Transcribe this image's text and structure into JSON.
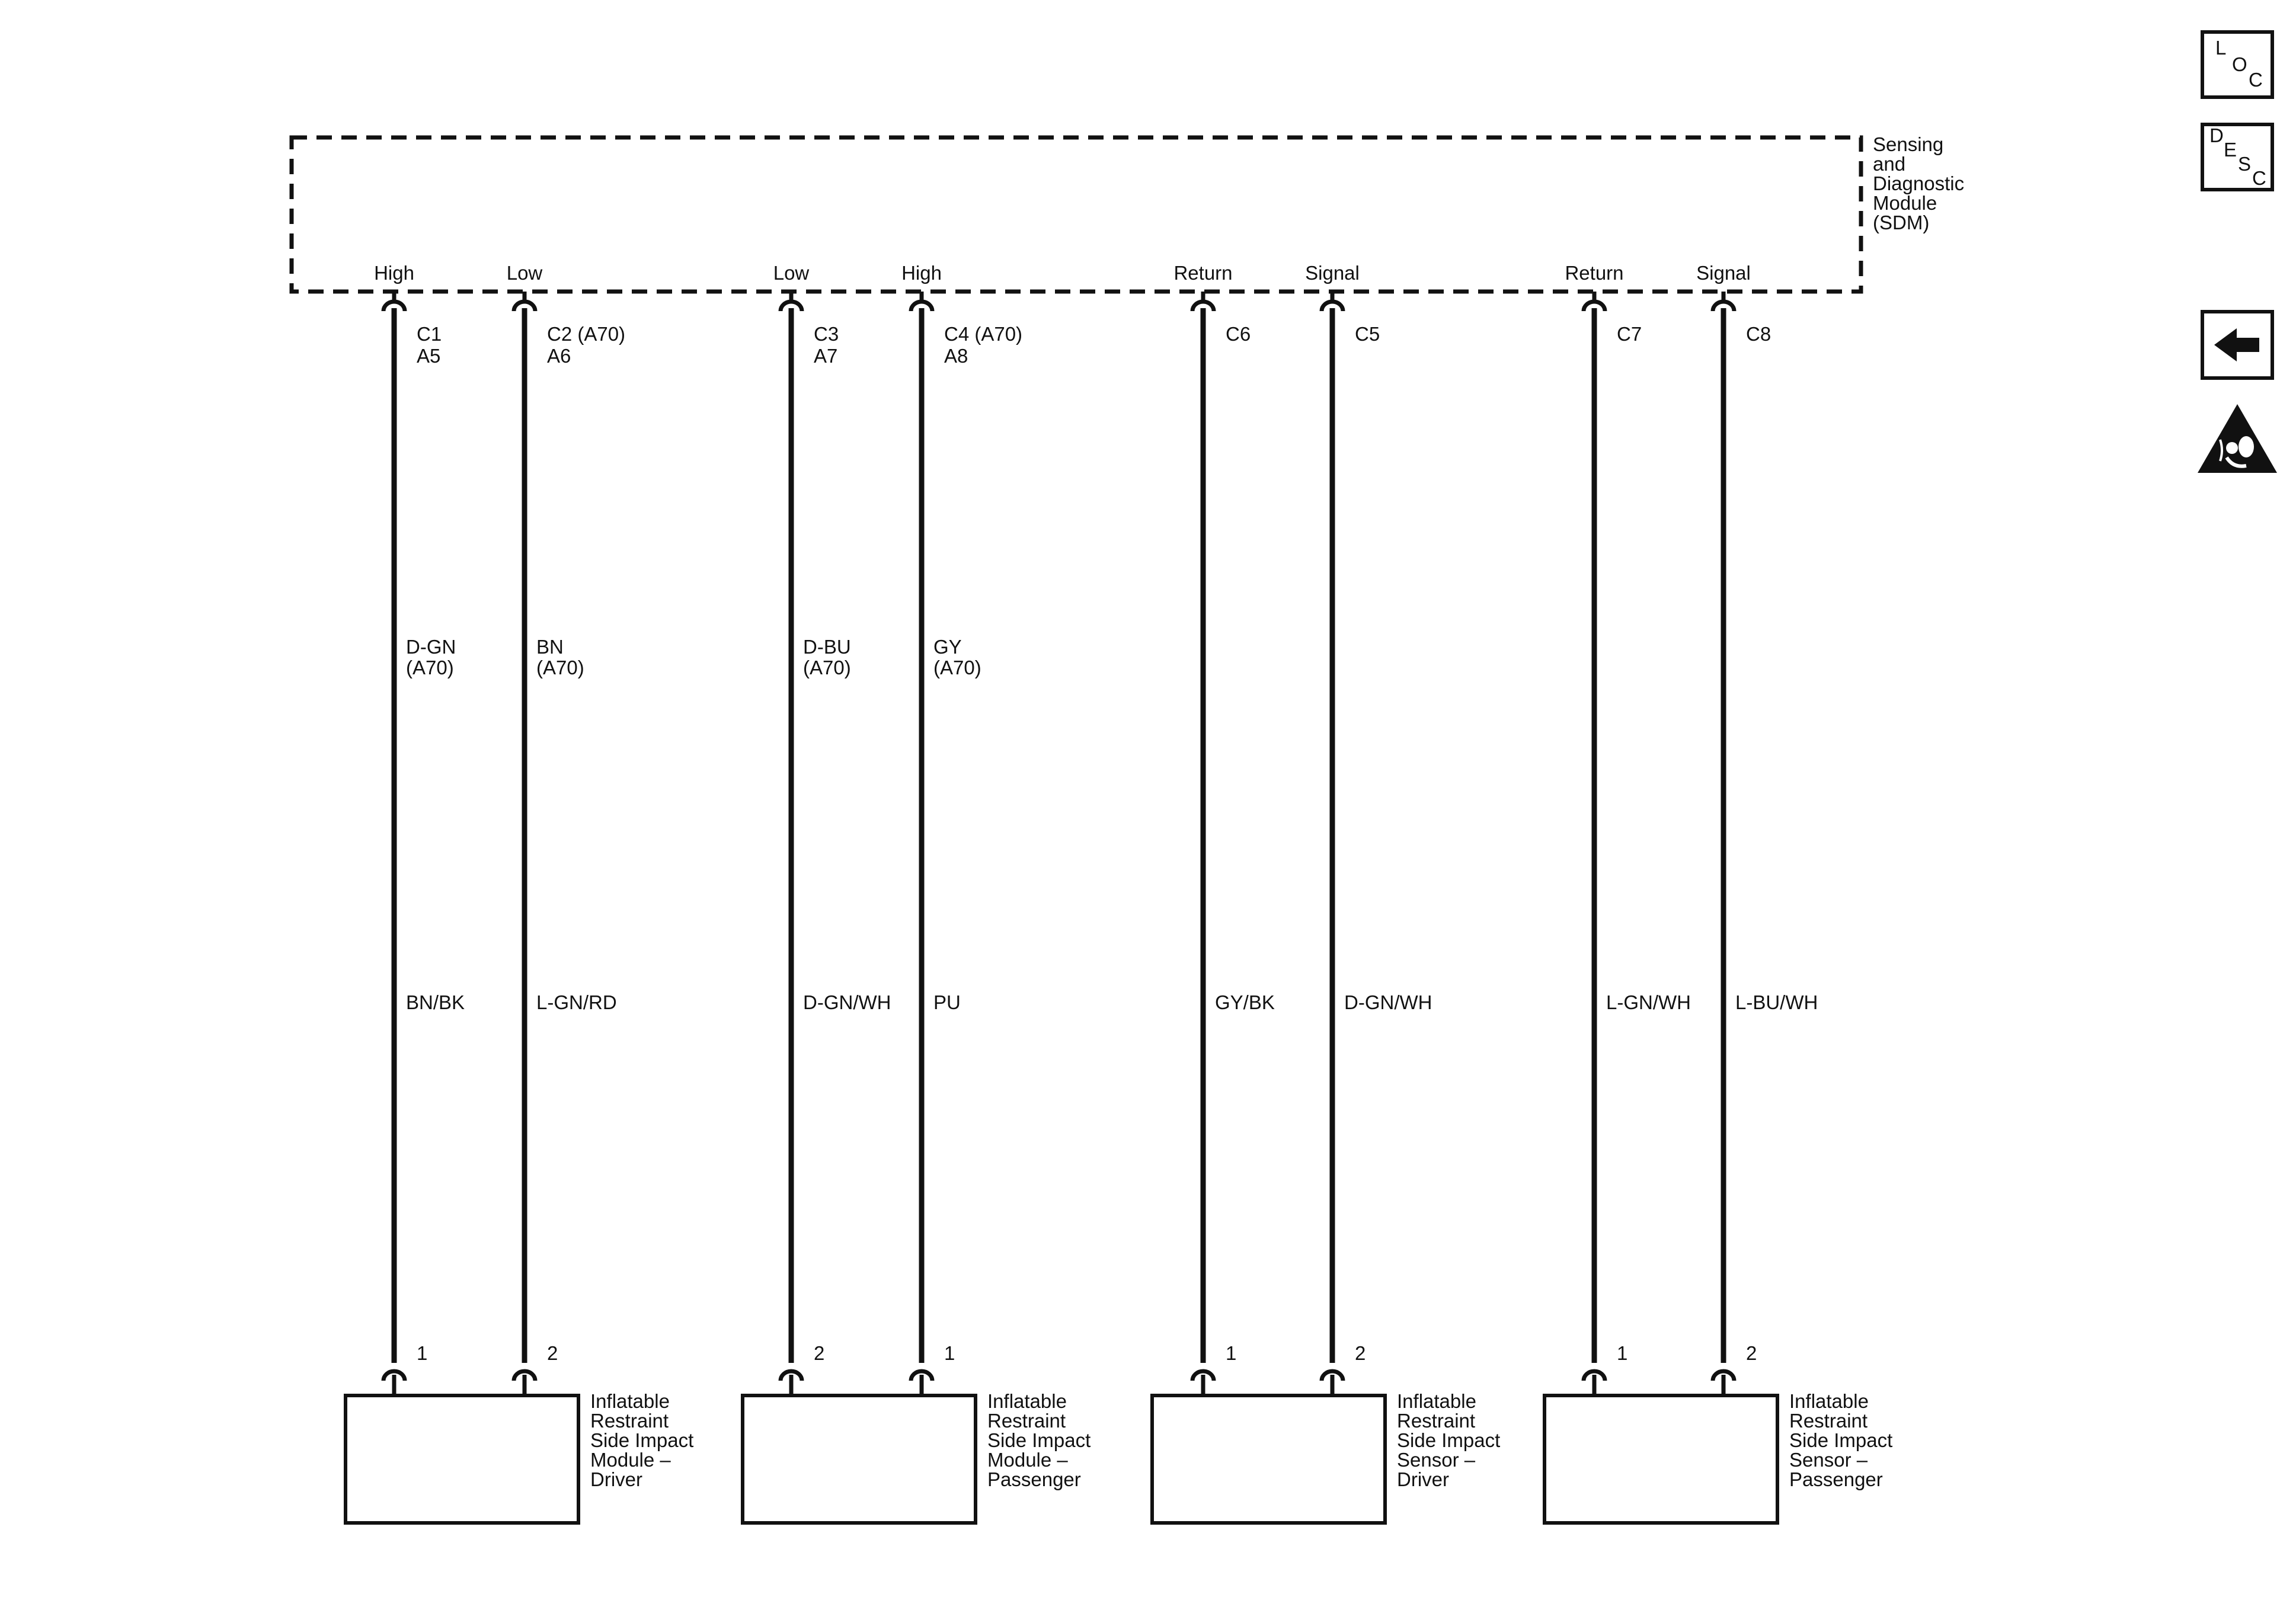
{
  "module": {
    "name_lines": [
      "Sensing",
      "and",
      "Diagnostic",
      "Module",
      "(SDM)"
    ]
  },
  "circuits": [
    {
      "pin": "High",
      "conn1": "C1",
      "conn2": "A5",
      "color_a70_1": "D-GN",
      "color_a70_2": "(A70)",
      "wire_color": "BN/BK",
      "comp_pin": "1"
    },
    {
      "pin": "Low",
      "conn1": "C2 (A70)",
      "conn2": "A6",
      "color_a70_1": "BN",
      "color_a70_2": "(A70)",
      "wire_color": "L-GN/RD",
      "comp_pin": "2"
    },
    {
      "pin": "Low",
      "conn1": "C3",
      "conn2": "A7",
      "color_a70_1": "D-BU",
      "color_a70_2": "(A70)",
      "wire_color": "D-GN/WH",
      "comp_pin": "2"
    },
    {
      "pin": "High",
      "conn1": "C4 (A70)",
      "conn2": "A8",
      "color_a70_1": "GY",
      "color_a70_2": "(A70)",
      "wire_color": "PU",
      "comp_pin": "1"
    },
    {
      "pin": "Return",
      "conn1": "C6",
      "conn2": "",
      "color_a70_1": "",
      "color_a70_2": "",
      "wire_color": "GY/BK",
      "comp_pin": "1"
    },
    {
      "pin": "Signal",
      "conn1": "C5",
      "conn2": "",
      "color_a70_1": "",
      "color_a70_2": "",
      "wire_color": "D-GN/WH",
      "comp_pin": "2"
    },
    {
      "pin": "Return",
      "conn1": "C7",
      "conn2": "",
      "color_a70_1": "",
      "color_a70_2": "",
      "wire_color": "L-GN/WH",
      "comp_pin": "1"
    },
    {
      "pin": "Signal",
      "conn1": "C8",
      "conn2": "",
      "color_a70_1": "",
      "color_a70_2": "",
      "wire_color": "L-BU/WH",
      "comp_pin": "2"
    }
  ],
  "components": [
    {
      "name_lines": [
        "Inflatable",
        "Restraint",
        "Side Impact",
        "Module –",
        "Driver"
      ]
    },
    {
      "name_lines": [
        "Inflatable",
        "Restraint",
        "Side Impact",
        "Module –",
        "Passenger"
      ]
    },
    {
      "name_lines": [
        "Inflatable",
        "Restraint",
        "Side Impact",
        "Sensor –",
        "Driver"
      ]
    },
    {
      "name_lines": [
        "Inflatable",
        "Restraint",
        "Side Impact",
        "Sensor –",
        "Passenger"
      ]
    }
  ],
  "nav": {
    "loc": {
      "l1": "L",
      "l2": "O",
      "l3": "C"
    },
    "desc": {
      "l1": "D",
      "l2": "E",
      "l3": "S",
      "l4": "C"
    },
    "back_icon": "left-arrow-icon",
    "warning_icon": "airbag-warning-icon"
  }
}
